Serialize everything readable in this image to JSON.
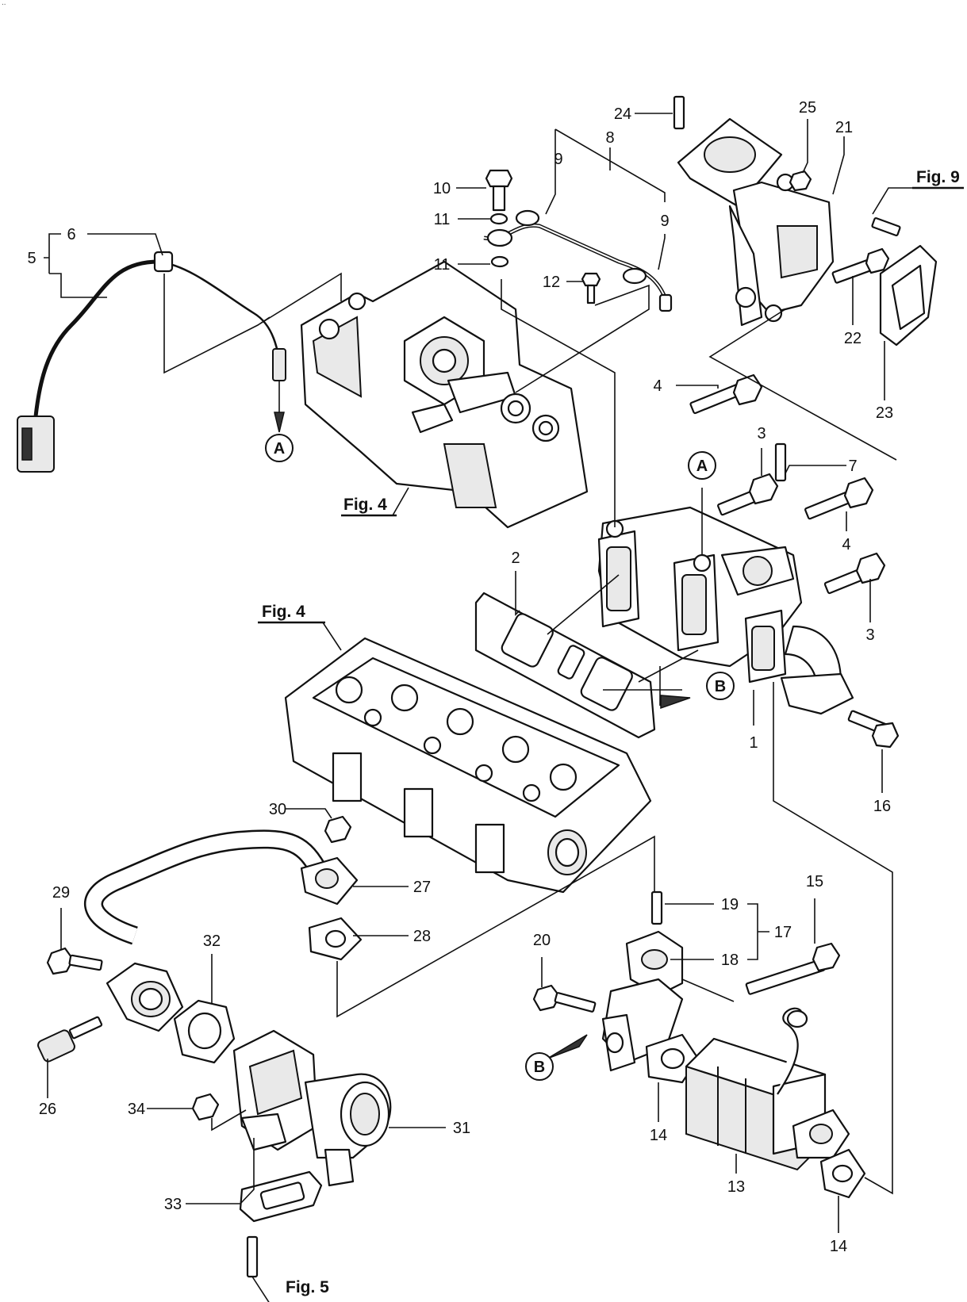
{
  "corner_mark": "..",
  "callouts": {
    "n1": "1",
    "n2": "2",
    "n3a": "3",
    "n3b": "3",
    "n4a": "4",
    "n4b": "4",
    "n5": "5",
    "n6": "6",
    "n7": "7",
    "n8": "8",
    "n9a": "9",
    "n9b": "9",
    "n10": "10",
    "n11a": "11",
    "n11b": "11",
    "n12": "12",
    "n13": "13",
    "n14a": "14",
    "n14b": "14",
    "n15": "15",
    "n16": "16",
    "n17": "17",
    "n18": "18",
    "n19": "19",
    "n20": "20",
    "n21": "21",
    "n22": "22",
    "n23": "23",
    "n24": "24",
    "n25": "25",
    "n26": "26",
    "n27": "27",
    "n28": "28",
    "n29": "29",
    "n30": "30",
    "n31": "31",
    "n32": "32",
    "n33": "33",
    "n34": "34"
  },
  "figure_refs": {
    "fig9": "Fig. 9",
    "fig4_top": "Fig. 4",
    "fig4_mid": "Fig. 4",
    "fig5": "Fig. 5"
  },
  "markers": {
    "a1": "A",
    "a2": "A",
    "b1": "B",
    "b2": "B"
  }
}
